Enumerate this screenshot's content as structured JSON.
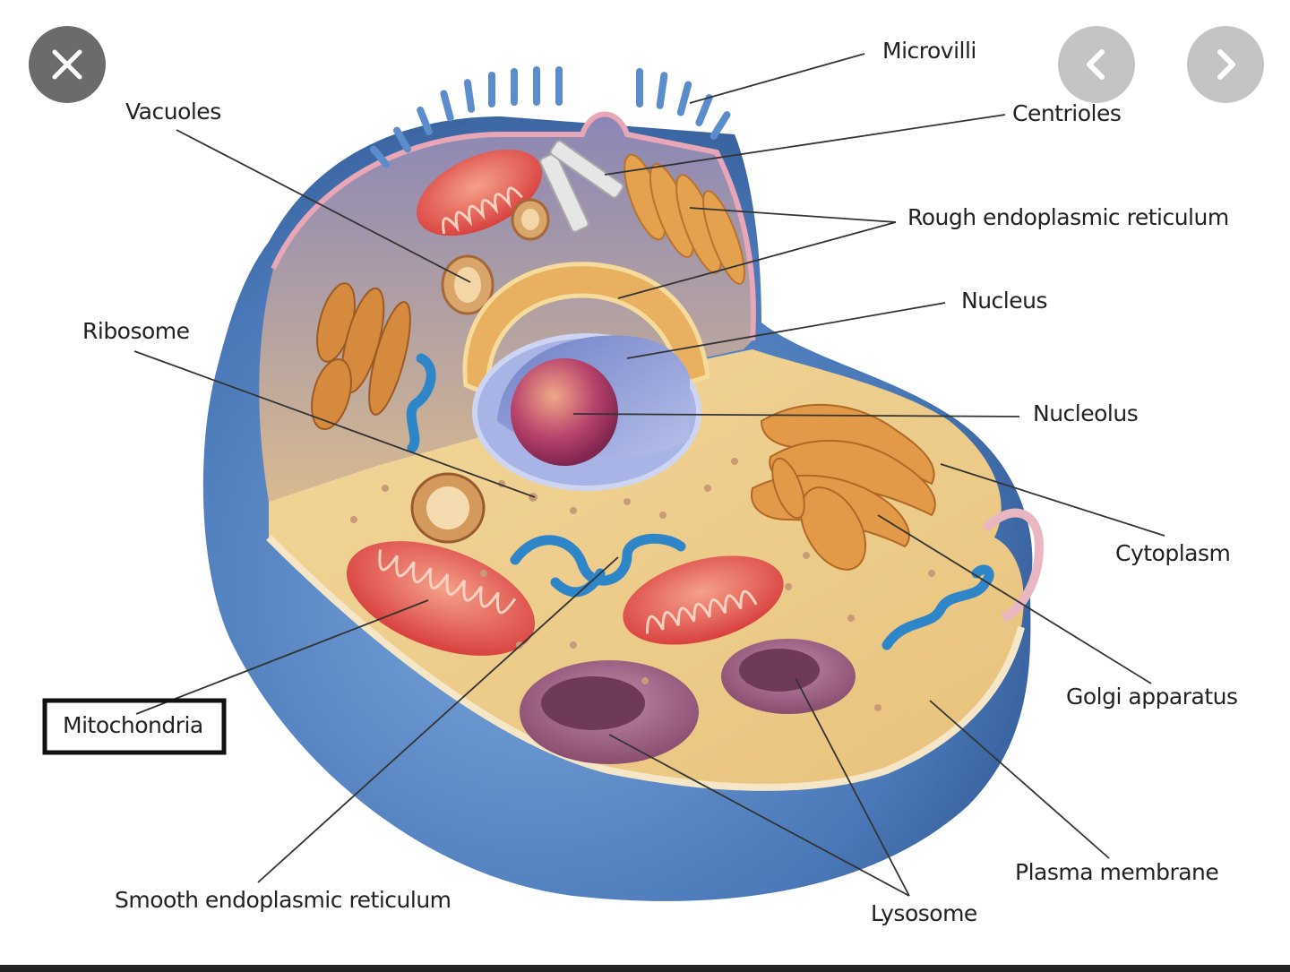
{
  "viewer": {
    "close_icon": "close-icon",
    "prev_icon": "chevron-left-icon",
    "next_icon": "chevron-right-icon"
  },
  "labels": {
    "microvilli": "Microvilli",
    "centrioles": "Centrioles",
    "rough_er": "Rough endoplasmic reticulum",
    "nucleus": "Nucleus",
    "nucleolus": "Nucleolus",
    "cytoplasm": "Cytoplasm",
    "golgi": "Golgi apparatus",
    "plasma_membrane": "Plasma membrane",
    "lysosome": "Lysosome",
    "smooth_er": "Smooth endoplasmic reticulum",
    "mitochondria": "Mitochondria",
    "ribosome": "Ribosome",
    "vacuoles": "Vacuoles"
  },
  "colors": {
    "membrane": "#4f7fbf",
    "cytoplasm": "#efcf8c",
    "mitochondria": "#e35a55",
    "golgi": "#e0a050",
    "smooth_er": "#2e86c8",
    "nucleus": "#8f9dd8",
    "nucleolus": "#b4426a"
  }
}
